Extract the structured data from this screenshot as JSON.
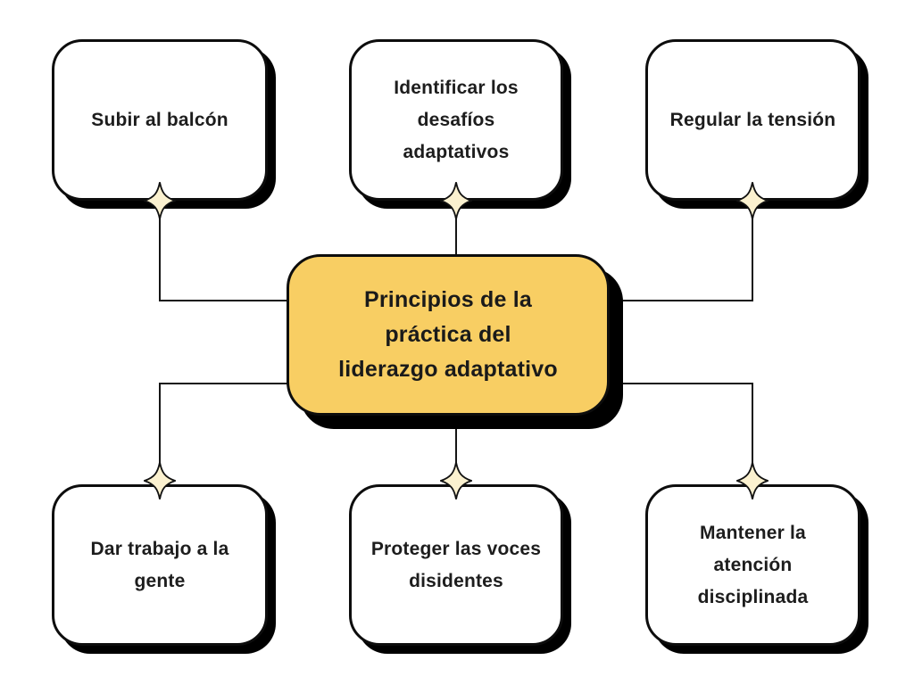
{
  "diagram": {
    "center_node": {
      "label": "Principios de la\npráctica del\nliderazgo adaptativo"
    },
    "nodes": [
      {
        "id": "subir-al-balcon",
        "label": "Subir al balcón",
        "position": "top-left"
      },
      {
        "id": "identificar-desafios",
        "label": "Identificar los\ndesafíos\nadaptativos",
        "position": "top-center"
      },
      {
        "id": "regular-tension",
        "label": "Regular la tensión",
        "position": "top-right"
      },
      {
        "id": "dar-trabajo",
        "label": "Dar trabajo a la\ngente",
        "position": "bottom-left"
      },
      {
        "id": "proteger-voces",
        "label": "Proteger las voces\ndisidentes",
        "position": "bottom-center"
      },
      {
        "id": "mantener-atencion",
        "label": "Mantener la\natención\ndisciplinada",
        "position": "bottom-right"
      }
    ],
    "icons": {
      "connector_marker": "sparkle-icon"
    },
    "colors": {
      "background": "#ffffff",
      "node_fill": "#ffffff",
      "center_fill": "#F8CE63",
      "border": "#0d0d0d",
      "shadow": "#000000",
      "connector": "#161616",
      "sparkle_fill": "#FBF1CF",
      "sparkle_stroke": "#111111",
      "text": "#1d1d1d"
    }
  }
}
